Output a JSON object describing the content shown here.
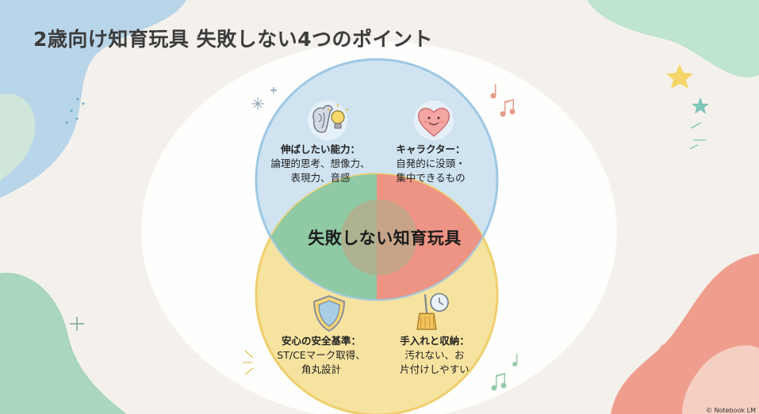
{
  "title": "2歳向け知育玩具 失敗しない4つのポイント",
  "center_label": "失敗しない知育玩具",
  "quadrants": [
    {
      "id": "abilities",
      "heading": "伸ばしたい能力：",
      "lines": [
        "論理的思考、想像力、",
        "表現力、音感"
      ],
      "icon": "brain-lightbulb-icon"
    },
    {
      "id": "character",
      "heading": "キャラクター：",
      "lines": [
        "自発的に没頭・",
        "集中できるもの"
      ],
      "icon": "smiling-heart-icon"
    },
    {
      "id": "safety",
      "heading": "安心の安全基準：",
      "lines": [
        "ST/CEマーク取得、",
        "角丸設計"
      ],
      "icon": "shield-icon"
    },
    {
      "id": "care",
      "heading": "手入れと収納：",
      "lines": [
        "汚れない、お",
        "片付けしやすい"
      ],
      "icon": "clock-broom-icon"
    }
  ],
  "colors": {
    "blue_circle": "#cfe3f1",
    "yellow_circle": "#f7e3a0",
    "green_lens": "#8fcaa4",
    "red_lens": "#ee9484",
    "center_lens": "#b9aa8a"
  },
  "credit": "© Notebook LM"
}
